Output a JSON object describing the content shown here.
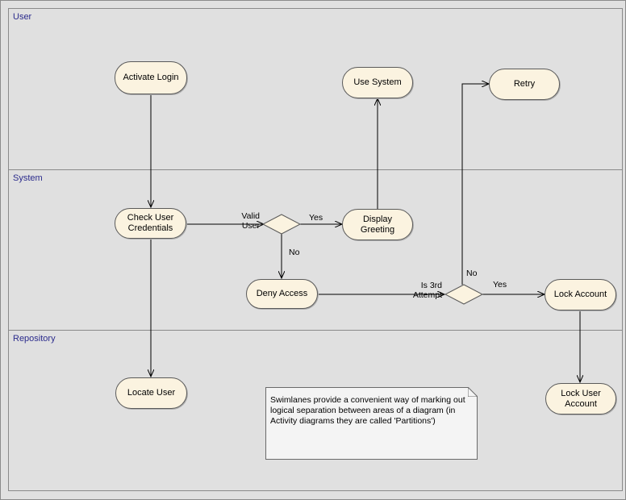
{
  "lanes": {
    "user": "User",
    "system": "System",
    "repository": "Repository"
  },
  "nodes": {
    "activate_login": "Activate Login",
    "use_system": "Use System",
    "retry": "Retry",
    "check_credentials": "Check User\nCredentials",
    "display_greeting": "Display\nGreeting",
    "deny_access": "Deny Access",
    "lock_account": "Lock Account",
    "locate_user": "Locate User",
    "lock_user_account": "Lock User\nAccount"
  },
  "labels": {
    "valid_user": "Valid\nUser",
    "yes_greeting": "Yes",
    "no_deny": "No",
    "is_third_attempt": "Is 3rd\nAttempt",
    "no_retry": "No",
    "yes_lock": "Yes"
  },
  "note": {
    "text": "Swimlanes provide a convenient way of marking out logical separation between areas of a diagram (in Activity diagrams they are called 'Partitions')"
  },
  "colors": {
    "node_fill": "#fbf3e0",
    "lane_title": "#2b2b8c",
    "background": "#e0e0e0"
  }
}
